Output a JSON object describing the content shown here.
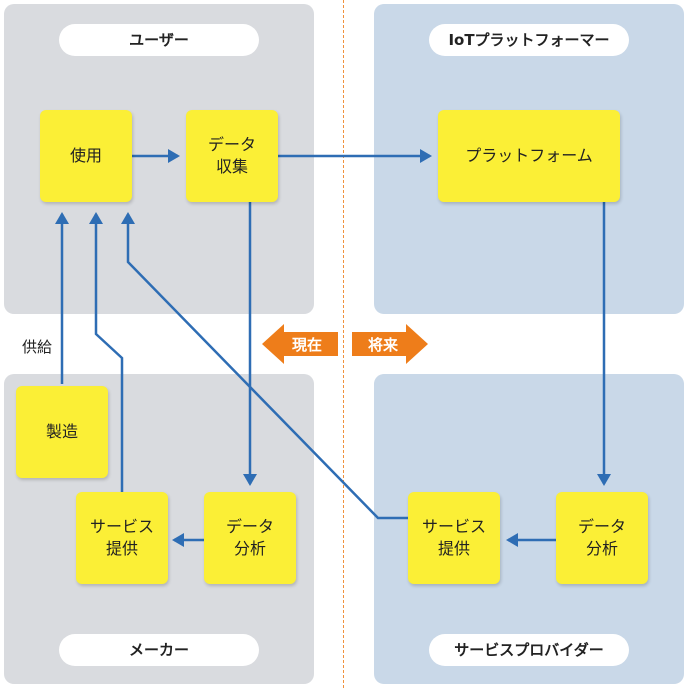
{
  "panels": {
    "user": "ユーザー",
    "iot": "IoTプラットフォーマー",
    "maker": "メーカー",
    "provider": "サービスプロバイダー"
  },
  "boxes": {
    "use": "使用",
    "collect": "データ\n収集",
    "platform": "プラットフォーム",
    "manufacture": "製造",
    "maker_service": "サービス\n提供",
    "maker_analysis": "データ\n分析",
    "provider_service": "サービス\n提供",
    "provider_analysis": "データ\n分析"
  },
  "labels": {
    "supply": "供給",
    "current": "現在",
    "future": "将来"
  },
  "colors": {
    "panel_gray": "#d9dbdf",
    "panel_blue": "#c9d8e8",
    "box_yellow": "#fbef36",
    "arrow_blue": "#2e6db4",
    "arrow_orange": "#ee7d1a"
  }
}
